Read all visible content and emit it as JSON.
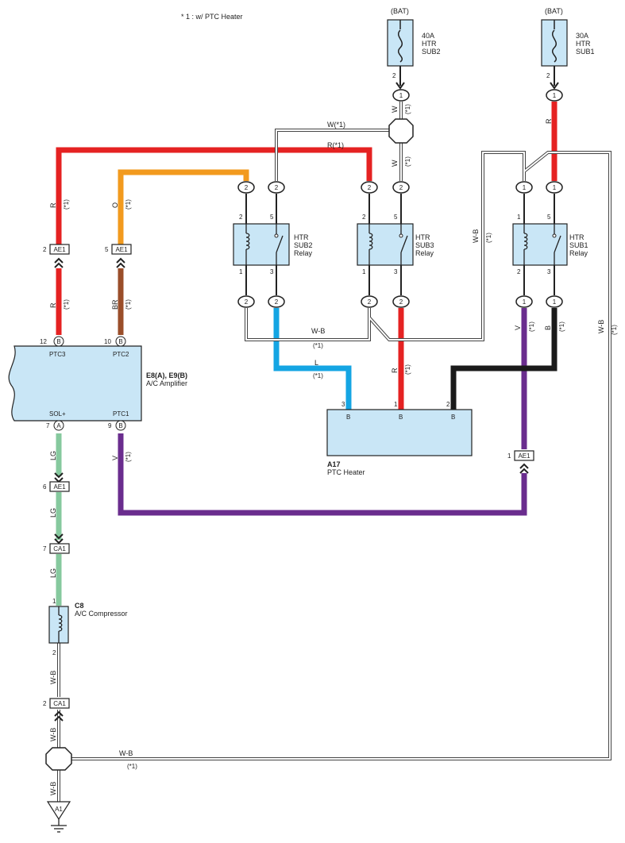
{
  "note": "* 1 : w/ PTC Heater",
  "colors": {
    "red": "#e52222",
    "orange": "#f29a1e",
    "brown": "#9a4e2a",
    "lightgreen": "#86c99e",
    "purple": "#6a2d8e",
    "blue": "#14a5e3",
    "black": "#1a1a1a",
    "component_fill": "#c9e6f6"
  },
  "fuses": [
    {
      "source": "(BAT)",
      "rating": "40A",
      "line1": "HTR",
      "line2": "SUB2",
      "pin": "2",
      "conn": "1",
      "wire": "W",
      "mark": "(*1)"
    },
    {
      "source": "(BAT)",
      "rating": "30A",
      "line1": "HTR",
      "line2": "SUB1",
      "pin": "2",
      "conn": "1",
      "wire": "R"
    }
  ],
  "wires": {
    "w_junction": "W(*1)",
    "r_top": "R(*1)",
    "r": "R",
    "o": "O",
    "br": "BR",
    "lg": "LG",
    "v": "V",
    "l": "L",
    "b": "B",
    "wb": "W-B",
    "w": "W",
    "star": "(*1)"
  },
  "relays": [
    {
      "name1": "HTR",
      "name2": "SUB2",
      "name3": "Relay",
      "p_top_left": "2",
      "p_top_right": "5",
      "p_bot_left": "1",
      "p_bot_right": "3",
      "c_top_left": "2",
      "c_top_right": "2",
      "c_bot_left": "2",
      "c_bot_right": "2"
    },
    {
      "name1": "HTR",
      "name2": "SUB3",
      "name3": "Relay",
      "p_top_left": "2",
      "p_top_right": "5",
      "p_bot_left": "1",
      "p_bot_right": "3",
      "c_top_left": "2",
      "c_top_right": "2",
      "c_bot_left": "2",
      "c_bot_right": "2"
    },
    {
      "name1": "HTR",
      "name2": "SUB1",
      "name3": "Relay",
      "p_top_left": "1",
      "p_top_right": "5",
      "p_bot_left": "2",
      "p_bot_right": "3",
      "c_top_left": "1",
      "c_top_right": "1",
      "c_bot_left": "1",
      "c_bot_right": "1"
    }
  ],
  "amplifier": {
    "title": "E8(A), E9(B)",
    "subtitle": "A/C Amplifier",
    "pins": [
      {
        "num": "12",
        "conn": "B",
        "name": "PTC3"
      },
      {
        "num": "10",
        "conn": "B",
        "name": "PTC2"
      },
      {
        "num": "7",
        "conn": "A",
        "name": "SOL+"
      },
      {
        "num": "9",
        "conn": "B",
        "name": "PTC1"
      }
    ]
  },
  "heater": {
    "title": "A17",
    "subtitle": "PTC Heater",
    "pins": [
      {
        "num": "3",
        "conn": "B"
      },
      {
        "num": "1",
        "conn": "B"
      },
      {
        "num": "2",
        "conn": "B"
      }
    ]
  },
  "compressor": {
    "title": "C8",
    "subtitle": "A/C Compressor",
    "pin_top": "1",
    "pin_bottom": "2"
  },
  "junctions": [
    {
      "pin": "2",
      "name": "AE1"
    },
    {
      "pin": "5",
      "name": "AE1"
    },
    {
      "pin": "6",
      "name": "AE1"
    },
    {
      "pin": "7",
      "name": "CA1"
    },
    {
      "pin": "2",
      "name": "CA1"
    },
    {
      "pin": "1",
      "name": "AE1"
    }
  ],
  "ground": {
    "name": "A1"
  }
}
